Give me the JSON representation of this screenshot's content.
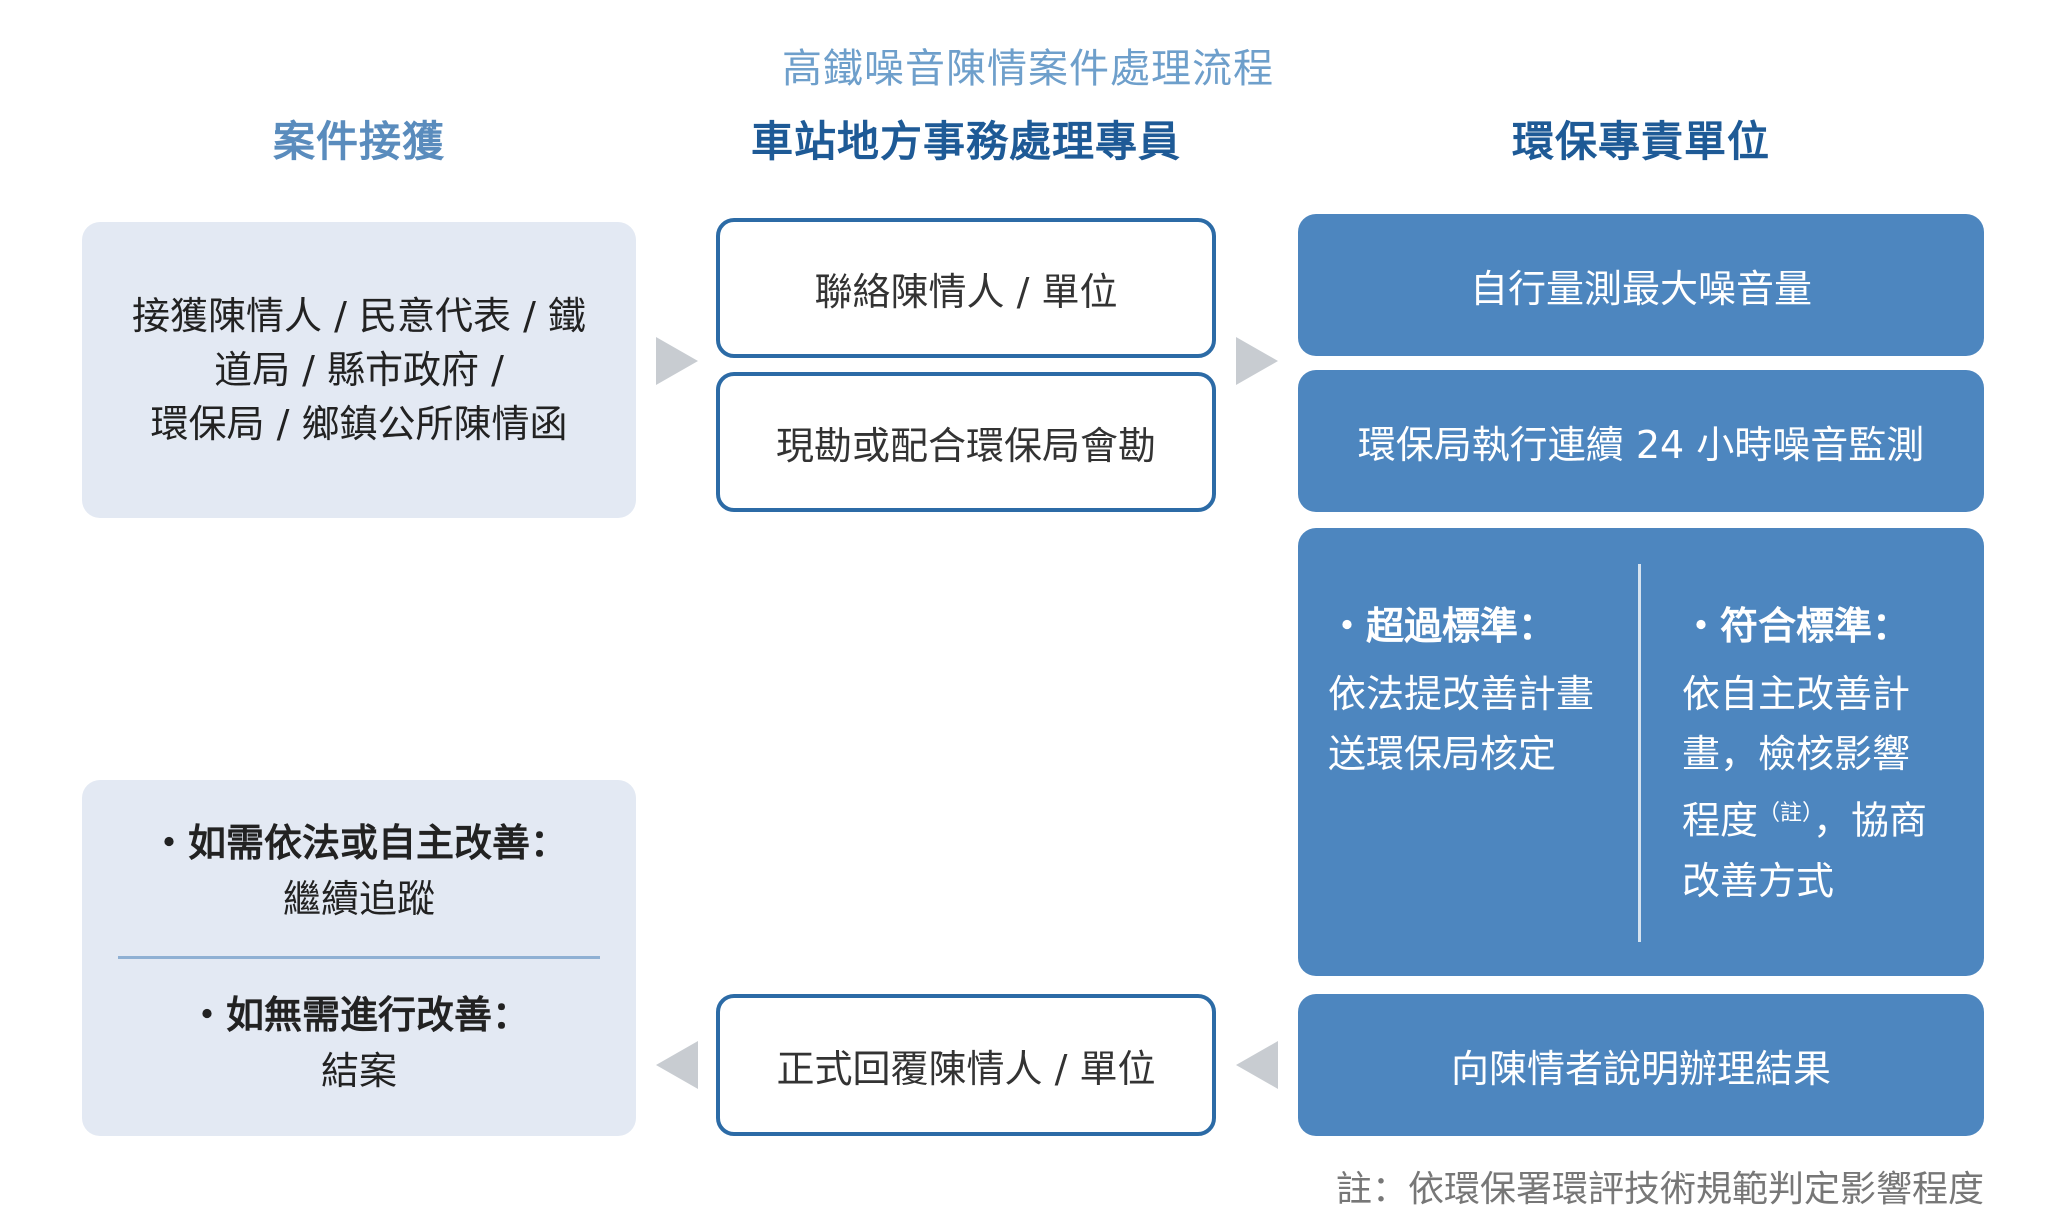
{
  "title": "高鐵噪音陳情案件處理流程",
  "columns": {
    "left": "案件接獲",
    "middle": "車站地方事務處理專員",
    "right": "環保專責單位"
  },
  "receive_box": {
    "lines": [
      "接獲陳情人 / 民意代表 / 鐵",
      "道局 / 縣市政府 /",
      "環保局 / 鄉鎮公所陳情函"
    ]
  },
  "middle_boxes": {
    "contact": "聯絡陳情人 / 單位",
    "survey": "現勘或配合環保局會勘",
    "reply": "正式回覆陳情人 / 單位"
  },
  "right_boxes": {
    "measure": "自行量測最大噪音量",
    "monitor": "環保局執行連續 24 小時噪音監測",
    "explain": "向陳情者說明辦理結果"
  },
  "standards": {
    "exceed_head": "・超過標準：",
    "exceed_lines": [
      "依法提改善計畫",
      "送環保局核定"
    ],
    "comply_head": "・符合標準：",
    "comply_lines": [
      "依自主改善計",
      "畫，檢核影響",
      "程度",
      "，協商",
      "改善方式"
    ],
    "comply_sup": "（註）"
  },
  "outcome_box": {
    "need_head": "・如需依法或自主改善：",
    "need_text": "繼續追蹤",
    "noneed_head": "・如無需進行改善：",
    "noneed_text": "結案"
  },
  "note": "註：依環保署環評技術規範判定影響程度",
  "colors": {
    "title": "#6e9fcb",
    "head_light": "#5a8cbd",
    "head_dark": "#1e5a96",
    "box_light": "#e3e9f3",
    "box_blue": "#4d86bf",
    "outline": "#2c6ba6",
    "arrow": "#c8ccd1"
  }
}
